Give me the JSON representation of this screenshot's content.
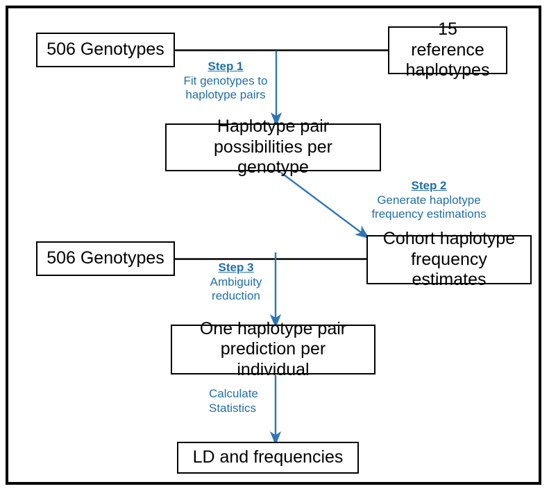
{
  "figure": {
    "type": "flowchart",
    "border_color": "#000000",
    "accent_color": "#1F6FA8",
    "background": "#ffffff"
  },
  "nodes": {
    "genotypes_top": "506 Genotypes",
    "reference_haplotypes_line1": "15 reference",
    "reference_haplotypes_line2": "haplotypes",
    "hap_pair_possibilities_line1": "Haplotype pair",
    "hap_pair_possibilities_line2": "possibilities per genotype",
    "cohort_freq_line1": "Cohort haplotype",
    "cohort_freq_line2": "frequency estimates",
    "genotypes_mid": "506 Genotypes",
    "one_hap_pred_line1": "One haplotype pair",
    "one_hap_pred_line2": "prediction per individual",
    "ld_frequencies": "LD and frequencies"
  },
  "steps": {
    "step1": {
      "title": "Step 1",
      "desc_line1": "Fit genotypes to",
      "desc_line2": "haplotype pairs"
    },
    "step2": {
      "title": "Step 2",
      "desc_line1": "Generate haplotype",
      "desc_line2": "frequency estimations"
    },
    "step3": {
      "title": "Step 3",
      "desc_line1": "Ambiguity",
      "desc_line2": "reduction"
    },
    "calculate": {
      "desc_line1": "Calculate",
      "desc_line2": "Statistics"
    }
  }
}
